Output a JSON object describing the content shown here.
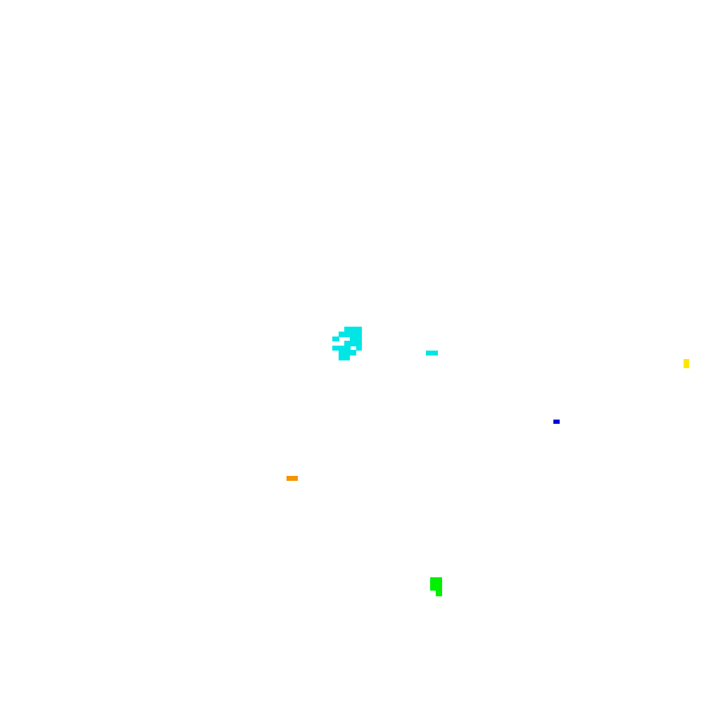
{
  "board": {
    "background_color": "#ffffff",
    "groups": [
      {
        "id": "cyan-cluster",
        "color": "#00e5e5"
      },
      {
        "id": "cyan-dash",
        "color": "#00e5e5"
      },
      {
        "id": "yellow-mark",
        "color": "#ffe600"
      },
      {
        "id": "blue-mark",
        "color": "#0000dd"
      },
      {
        "id": "orange-dash",
        "color": "#f59300"
      },
      {
        "id": "green-block",
        "color": "#00f000"
      }
    ]
  }
}
